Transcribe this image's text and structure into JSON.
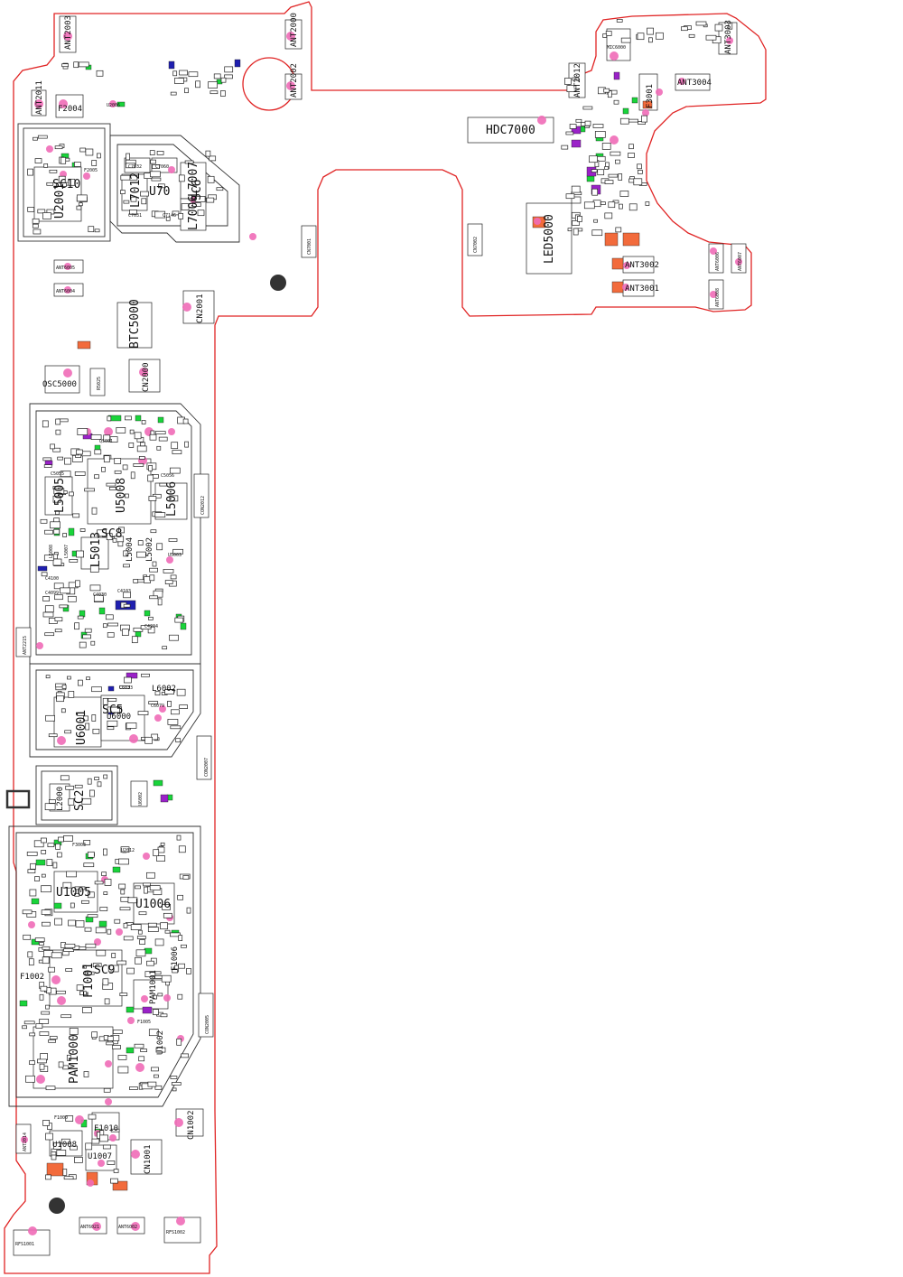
{
  "colors": {
    "outline": "#e02424",
    "shield": "#333333",
    "pad_pink": "#f06bb7",
    "green": "#19d43a",
    "purple": "#9a22c8",
    "blue": "#1f1fb0",
    "orange": "#f26b3c",
    "hole": "#333333"
  },
  "labels": {
    "ant2003": "ANT2003",
    "ant2000": "ANT2000",
    "ant2002": "ANT2002",
    "ant2011": "ANT2011",
    "f2004": "F2004",
    "u2006": "U2006",
    "u2001": "U2001",
    "sc10": "SC10",
    "f2005": "F2005",
    "c7032": "C7032",
    "c7060": "C7060",
    "l7012": "L7012",
    "u7000": "U70",
    "sc6": "SC6",
    "l7007": "L7007",
    "l7006": "L7006",
    "c7031": "C7031",
    "c7146": "C7146",
    "cn7001": "CN7001",
    "ant6005": "ANT6005",
    "ant6004": "ANT6004",
    "cn2001": "CN2001",
    "btc5000": "BTC5000",
    "osc5000": "OSC5000",
    "r5025": "R5025",
    "cn2000": "CN2000",
    "mic6000": "MIC6000",
    "ant3003": "ANT3003",
    "ant2012": "ANT2012",
    "f3001": "F3001",
    "ant3004": "ANT3004",
    "hdc7000": "HDC7000",
    "cn7002": "CN7002",
    "led5000": "LED5000",
    "ant3002": "ANT3002",
    "ant3001": "ANT3001",
    "ant6006": "ANT6006",
    "ant6007": "ANT6007",
    "ant6008": "ANT6008",
    "u5008": "U5008",
    "l5005": "L5005",
    "l5006": "L5006",
    "sc8": "SC8",
    "l5013": "L5013",
    "l5004": "L5004",
    "l5002": "L5002",
    "l5007": "L5007",
    "l5008": "L5008",
    "u5003": "U5003",
    "q5001": "Q5001",
    "c5056": "C5056",
    "c5055": "C5055",
    "c4100": "C4100",
    "c4099": "C4099",
    "c4030": "C4030",
    "c4103": "C4103",
    "c4204": "C4204",
    "con2012": "CON2012",
    "ant2215": "ANT2215",
    "u6001": "U6001",
    "sc5": "SC5",
    "u6000": "U6000",
    "l6002": "L6002",
    "c6033": "C6033",
    "c6079": "C6079",
    "con2007": "CON2007",
    "l2000": "L2000",
    "sc2": "SC2",
    "u6002": "U6002",
    "u1005": "U1005",
    "u1006": "U1006",
    "u2012": "U2012",
    "f3003": "F3003",
    "f1001": "F1001",
    "sc9": "SC9",
    "f1002": "F1002",
    "f1006": "F1006",
    "pam1001": "PAM1001",
    "pam1000": "PAM1000",
    "u1002": "U1002",
    "f1005": "F1005",
    "con2005": "CON2005",
    "f1000": "F1000",
    "f1010": "F1010",
    "u1008": "U1008",
    "u1007": "U1007",
    "cn1002": "CN1002",
    "cn1001": "CN1001",
    "ant2014": "ANT2014",
    "ant6021": "ANT6021",
    "ant6002": "ANT6002",
    "rfs1002": "RFS1002",
    "rfs1001": "RFS1001"
  }
}
